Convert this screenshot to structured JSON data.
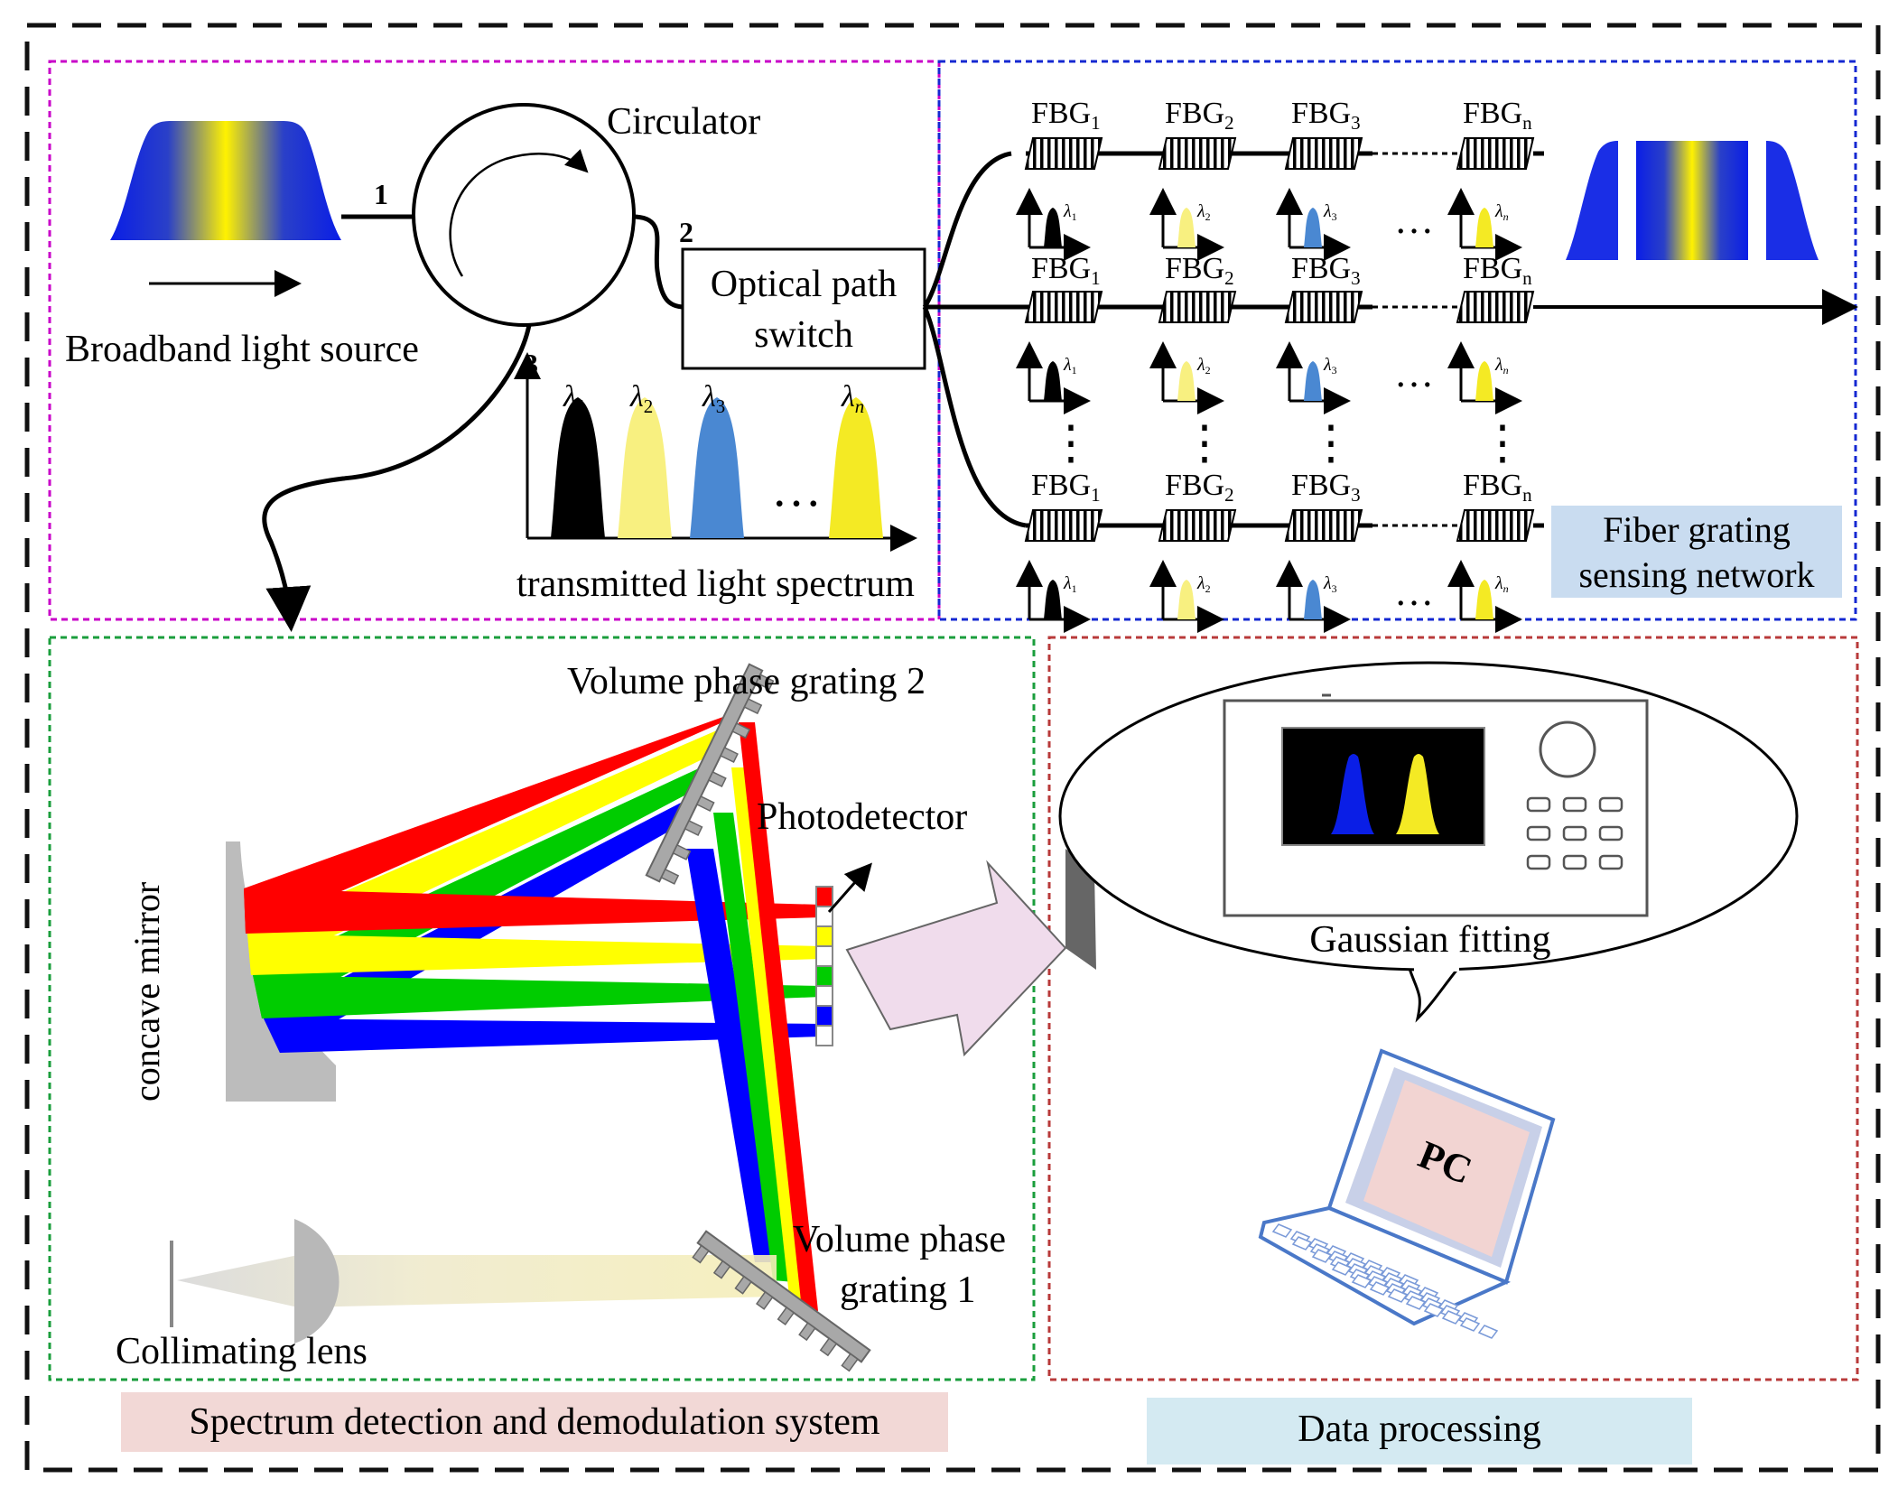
{
  "labels": {
    "circulator": "Circulator",
    "port1": "1",
    "port2": "2",
    "port3": "3",
    "broadband_source": "Broadband light source",
    "optical_switch_line1": "Optical path",
    "optical_switch_line2": "switch",
    "transmitted_spectrum": "transmitted light spectrum",
    "fiber_network_line1": "Fiber grating",
    "fiber_network_line2": "sensing network",
    "vpg2": "Volume phase grating 2",
    "photodetector": "Photodetector",
    "concave_mirror": "concave mirror",
    "vpg1_line1": "Volume phase",
    "vpg1_line2": "grating 1",
    "collimating_lens": "Collimating lens",
    "spectrum_system": "Spectrum detection and demodulation system",
    "gaussian_fitting": "Gaussian fitting",
    "pc": "PC",
    "data_processing": "Data processing",
    "ellipsis": "…",
    "vdots": "⋮"
  },
  "fbg": {
    "prefix": "FBG",
    "subs": [
      "1",
      "2",
      "3",
      "n"
    ]
  },
  "lambda": {
    "symbol": "λ",
    "subs": [
      "1",
      "2",
      "3",
      "n"
    ]
  },
  "colors": {
    "outer_border": "#111111",
    "source_region": "#c800c8",
    "network_region": "#1428d2",
    "spectrum_region": "#1a9e3c",
    "data_region": "#b83a3a",
    "network_label_bg": "#c9dcf0",
    "spectrum_label_bg": "#f2d8d6",
    "data_label_bg": "#d4eaf2",
    "peak_black": "#000000",
    "peak_yellow": "#f8f080",
    "peak_blue": "#4a88d2",
    "peak_bright_yellow": "#f4ea24",
    "beam_red": "#ff0000",
    "beam_yellow": "#ffff00",
    "beam_green": "#00cc00",
    "beam_blue": "#0000ff"
  }
}
